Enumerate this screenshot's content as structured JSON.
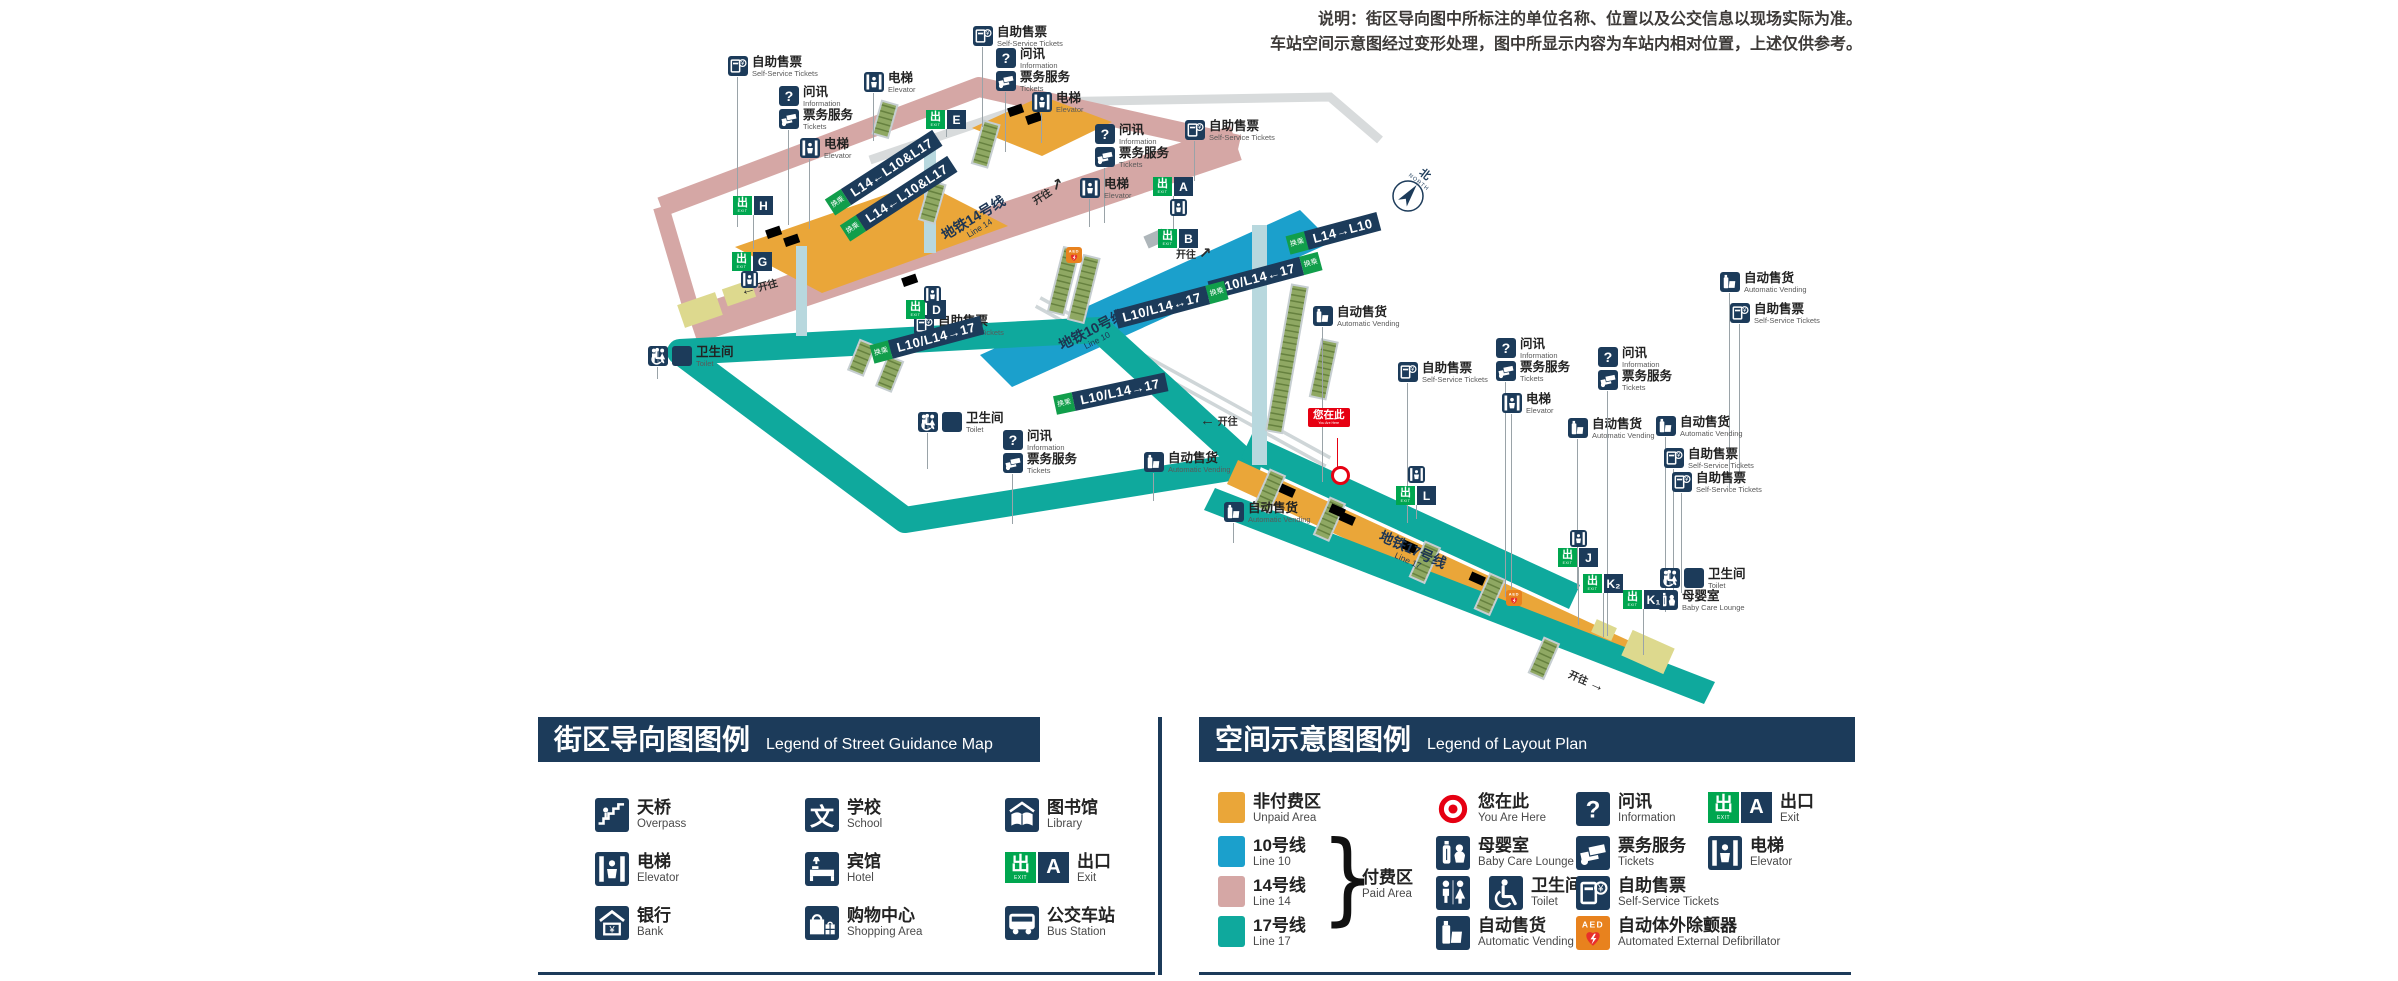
{
  "colors": {
    "navy": "#1c3b5a",
    "green": "#00a64f",
    "sign_green": "#119e4b",
    "orange": "#eaa639",
    "line10": "#1ba0cc",
    "line14": "#d5a7a5",
    "line17": "#0fa99d",
    "aed_orange": "#e8821e",
    "red": "#e60012",
    "escalator": "#8fa863",
    "pillar": "#b8d8de",
    "yellow": "#ddd98e"
  },
  "disclaimer": {
    "line1": "说明：街区导向图中所标注的单位名称、位置以及公交信息以现场实际为准。",
    "line2": "车站空间示意图经过变形处理，图中所显示内容为车站内相对位置，上述仅供参考。"
  },
  "map": {
    "exit_glyph": "出",
    "exit_word": "EXIT",
    "aed_label": "AED",
    "transfer_tag": "换乘",
    "compass": {
      "zh": "北",
      "en": "NORTH"
    },
    "you_are_here": {
      "zh": "您在此",
      "en": "You Are Here"
    },
    "deck_labels": [
      {
        "id": "l14",
        "zh": "地铁14号线",
        "en": "Line 14"
      },
      {
        "id": "l10",
        "zh": "地铁10号线",
        "en": "Line 10"
      },
      {
        "id": "l17",
        "zh": "地铁17号线",
        "en": "Line 17"
      }
    ],
    "transfer_signs": [
      {
        "id": "s1",
        "text": "L14←L10&L17"
      },
      {
        "id": "s2",
        "text": "L14←L10&L17"
      },
      {
        "id": "s3",
        "text": "L10/L14→17"
      },
      {
        "id": "s4",
        "text": "L14→L10"
      },
      {
        "id": "s5",
        "text": "L10/L14←17"
      },
      {
        "id": "s6",
        "text": "L10/L14↔17"
      },
      {
        "id": "s7",
        "text": "L10/L14→17"
      }
    ],
    "towards": [
      {
        "id": "t1",
        "arrow": "←",
        "zh": "开往"
      },
      {
        "id": "t2",
        "arrow": "↗",
        "zh": "开往"
      },
      {
        "id": "t3",
        "arrow": "↗",
        "zh": "开往"
      },
      {
        "id": "t4",
        "arrow": "←",
        "zh": "开往"
      },
      {
        "id": "t5",
        "arrow": "→",
        "zh": "开往"
      }
    ],
    "exits": [
      {
        "id": "h",
        "letter": "H"
      },
      {
        "id": "g",
        "letter": "G"
      },
      {
        "id": "e",
        "letter": "E"
      },
      {
        "id": "a",
        "letter": "A"
      },
      {
        "id": "b",
        "letter": "B"
      },
      {
        "id": "d",
        "letter": "D"
      },
      {
        "id": "j",
        "letter": "J"
      },
      {
        "id": "l",
        "letter": "L"
      },
      {
        "id": "k2",
        "letter": "K₂"
      },
      {
        "id": "k1",
        "letter": "K₁"
      }
    ],
    "labels": [
      {
        "id": "ss1",
        "icon": "selfservice",
        "zh": "自助售票",
        "en": "Self-Service Tickets"
      },
      {
        "id": "info1",
        "icon": "info",
        "zh": "问讯",
        "en": "Information"
      },
      {
        "id": "tk1",
        "icon": "tickets",
        "zh": "票务服务",
        "en": "Tickets"
      },
      {
        "id": "el1",
        "icon": "elevator",
        "zh": "电梯",
        "en": "Elevator"
      },
      {
        "id": "el2",
        "icon": "elevator",
        "zh": "电梯",
        "en": "Elevator"
      },
      {
        "id": "ss2",
        "icon": "selfservice",
        "zh": "自助售票",
        "en": "Self-Service Tickets"
      },
      {
        "id": "info2",
        "icon": "info",
        "zh": "问讯",
        "en": "Information"
      },
      {
        "id": "tk2",
        "icon": "tickets",
        "zh": "票务服务",
        "en": "Tickets"
      },
      {
        "id": "el3",
        "icon": "elevator",
        "zh": "电梯",
        "en": "Elevator"
      },
      {
        "id": "info3",
        "icon": "info",
        "zh": "问讯",
        "en": "Information"
      },
      {
        "id": "tk3",
        "icon": "tickets",
        "zh": "票务服务",
        "en": "Tickets"
      },
      {
        "id": "ss3",
        "icon": "selfservice",
        "zh": "自助售票",
        "en": "Self-Service Tickets"
      },
      {
        "id": "el4",
        "icon": "elevator",
        "zh": "电梯",
        "en": "Elevator"
      },
      {
        "id": "ssd",
        "icon": "selfservice",
        "zh": "自助售票",
        "en": "Self-Service Tickets"
      },
      {
        "id": "wc1",
        "icon": "toilet",
        "zh": "卫生间",
        "en": "Toilet"
      },
      {
        "id": "wc2",
        "icon": "toilet",
        "zh": "卫生间",
        "en": "Toilet"
      },
      {
        "id": "infob",
        "icon": "info",
        "zh": "问讯",
        "en": "Information"
      },
      {
        "id": "tkb",
        "icon": "tickets",
        "zh": "票务服务",
        "en": "Tickets"
      },
      {
        "id": "vendb1",
        "icon": "vending",
        "zh": "自动售货",
        "en": "Automatic Vending"
      },
      {
        "id": "vendb2",
        "icon": "vending",
        "zh": "自动售货",
        "en": "Automatic Vending"
      },
      {
        "id": "vend3",
        "icon": "vending",
        "zh": "自动售货",
        "en": "Automatic Vending"
      },
      {
        "id": "ss4",
        "icon": "selfservice",
        "zh": "自助售票",
        "en": "Self-Service Tickets"
      },
      {
        "id": "info4",
        "icon": "info",
        "zh": "问讯",
        "en": "Information"
      },
      {
        "id": "tk4",
        "icon": "tickets",
        "zh": "票务服务",
        "en": "Tickets"
      },
      {
        "id": "el5",
        "icon": "elevator",
        "zh": "电梯",
        "en": "Elevator"
      },
      {
        "id": "vendm",
        "icon": "vending",
        "zh": "自动售货",
        "en": "Automatic Vending"
      },
      {
        "id": "info5",
        "icon": "info",
        "zh": "问讯",
        "en": "Information"
      },
      {
        "id": "tk5",
        "icon": "tickets",
        "zh": "票务服务",
        "en": "Tickets"
      },
      {
        "id": "vendr1",
        "icon": "vending",
        "zh": "自动售货",
        "en": "Automatic Vending"
      },
      {
        "id": "ssr1",
        "icon": "selfservice",
        "zh": "自助售票",
        "en": "Self-Service Tickets"
      },
      {
        "id": "vendr2",
        "icon": "vending",
        "zh": "自动售货",
        "en": "Automatic Vending"
      },
      {
        "id": "ssr2",
        "icon": "selfservice",
        "zh": "自助售票",
        "en": "Self-Service Tickets"
      },
      {
        "id": "ssr3",
        "icon": "selfservice",
        "zh": "自助售票",
        "en": "Self-Service Tickets"
      },
      {
        "id": "wcr",
        "icon": "toilet",
        "zh": "卫生间",
        "en": "Toilet"
      },
      {
        "id": "babyr",
        "icon": "baby",
        "zh": "母婴室",
        "en": "Baby Care Lounge"
      }
    ]
  },
  "legend_left": {
    "title_zh": "街区导向图图例",
    "title_en": "Legend of Street Guidance Map",
    "school_glyph": "文",
    "items": [
      {
        "icon": "overpass",
        "zh": "天桥",
        "en": "Overpass"
      },
      {
        "icon": "elevator",
        "zh": "电梯",
        "en": "Elevator"
      },
      {
        "icon": "bank",
        "zh": "银行",
        "en": "Bank"
      },
      {
        "icon": "school",
        "zh": "学校",
        "en": "School"
      },
      {
        "icon": "hotel",
        "zh": "宾馆",
        "en": "Hotel"
      },
      {
        "icon": "shopping",
        "zh": "购物中心",
        "en": "Shopping Area"
      },
      {
        "icon": "library",
        "zh": "图书馆",
        "en": "Library"
      },
      {
        "icon": "exit",
        "zh": "出口",
        "en": "Exit",
        "letter": "A"
      },
      {
        "icon": "bus",
        "zh": "公交车站",
        "en": "Bus Station"
      }
    ]
  },
  "legend_right": {
    "title_zh": "空间示意图图例",
    "title_en": "Legend of Layout Plan",
    "areas": [
      {
        "swatch": "#eaa639",
        "zh": "非付费区",
        "en": "Unpaid Area"
      },
      {
        "swatch": "#1ba0cc",
        "zh": "10号线",
        "en": "Line 10"
      },
      {
        "swatch": "#d5a7a5",
        "zh": "14号线",
        "en": "Line 14"
      },
      {
        "swatch": "#0fa99d",
        "zh": "17号线",
        "en": "Line 17"
      }
    ],
    "paid_area": {
      "zh": "付费区",
      "en": "Paid Area"
    },
    "items_col2": [
      {
        "icon": "youhere",
        "zh": "您在此",
        "en": "You Are Here"
      },
      {
        "icon": "baby",
        "zh": "母婴室",
        "en": "Baby Care Lounge"
      },
      {
        "icon": "toilet2x",
        "zh": "卫生间",
        "en": "Toilet"
      },
      {
        "icon": "vending",
        "zh": "自动售货",
        "en": "Automatic Vending"
      }
    ],
    "items_col3": [
      {
        "icon": "info",
        "zh": "问讯",
        "en": "Information"
      },
      {
        "icon": "tickets",
        "zh": "票务服务",
        "en": "Tickets"
      },
      {
        "icon": "selfservice",
        "zh": "自助售票",
        "en": "Self-Service Tickets"
      },
      {
        "icon": "aed",
        "zh": "自动体外除颤器",
        "en": "Automated External Defibrillator"
      }
    ],
    "items_col4": [
      {
        "icon": "exit",
        "zh": "出口",
        "en": "Exit",
        "letter": "A"
      },
      {
        "icon": "elevator",
        "zh": "电梯",
        "en": "Elevator"
      }
    ]
  }
}
